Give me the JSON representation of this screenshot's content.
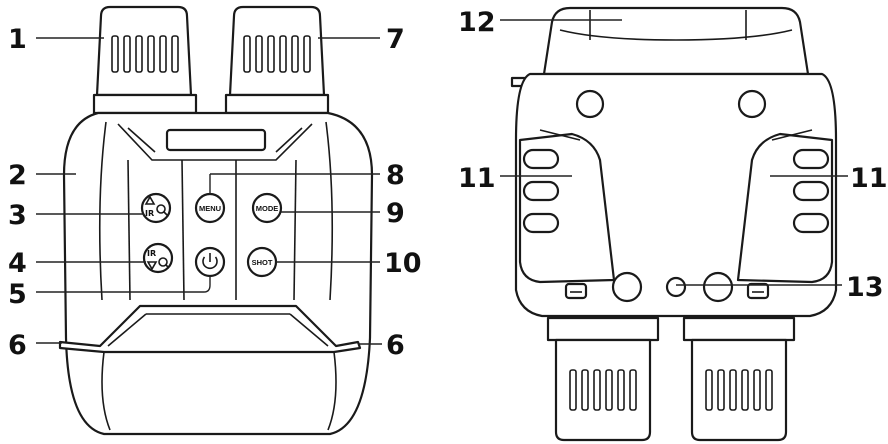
{
  "callouts": {
    "front": {
      "c1": "1",
      "c2": "2",
      "c3": "3",
      "c4": "4",
      "c5": "5",
      "c6_left": "6",
      "c6_right": "6",
      "c7": "7",
      "c8": "8",
      "c9": "9",
      "c10": "10"
    },
    "back": {
      "c11_left": "11",
      "c11_right": "11",
      "c12": "12",
      "c13": "13"
    }
  },
  "buttons": {
    "menu": "MENU",
    "mode": "MODE",
    "shot": "SHOT",
    "ir_up": "IR",
    "ir_down": "IR"
  }
}
